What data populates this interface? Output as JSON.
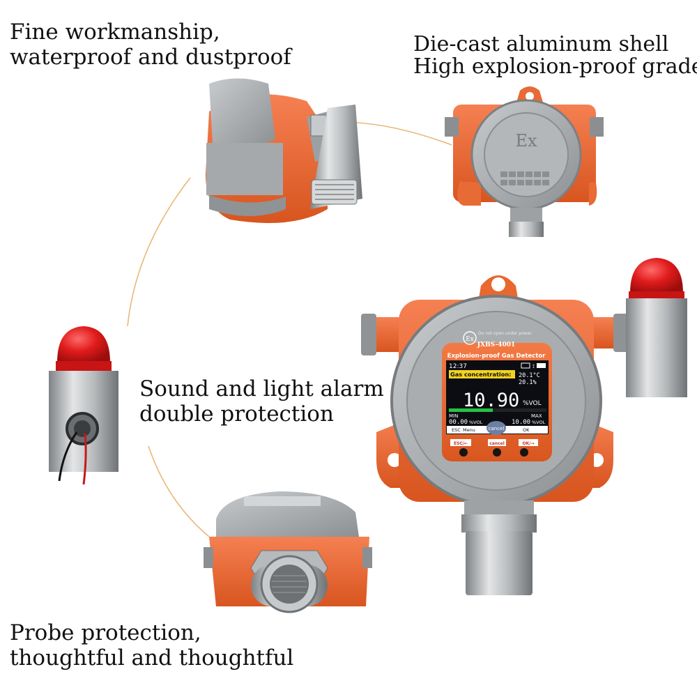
{
  "captions": {
    "top_left": {
      "line1": "Fine workmanship,",
      "line2": "waterproof and dustproof"
    },
    "top_right": {
      "line1": "Die-cast aluminum shell",
      "line2": "High explosion-proof grade"
    },
    "middle": {
      "line1": "Sound and light alarm",
      "line2": "double protection"
    },
    "bottom_left": {
      "line1": "Probe protection,",
      "line2": "thoughtful and thoughtful"
    }
  },
  "shell_marking": {
    "ex": "Ex"
  },
  "device": {
    "ex_mark": "Ex",
    "ring_text": "Do not open under power",
    "model": "JXBS-4001",
    "product_title": "Explosion-proof Gas Detector",
    "screen": {
      "time": "12:37",
      "gas_label": "Gas concentration:",
      "temperature": "20.1°C",
      "humidity": "20.1%",
      "reading": "10.90",
      "unit": "%VOL",
      "min_label": "MIN",
      "max_label": "MAX",
      "min_value": "00.00",
      "min_unit": "%VOL",
      "max_value": "10.00",
      "max_unit": "%VOL",
      "left_softkey": "ESC",
      "left_softkey_2": "Menu",
      "center_softkey": "cancel",
      "right_softkey": "OK",
      "level_fraction": 0.45
    },
    "buttons": {
      "esc": "ESC/←",
      "cancel": "cancel",
      "ok": "OK/→"
    }
  },
  "colors": {
    "housing_orange": "#ee6a35",
    "shell_gray": "#a8acae",
    "screen_bg": "#0b0d12",
    "alarm_red": "#e01b1b",
    "guide_line": "#e8b878"
  },
  "icons": [
    "ex-mark-icon",
    "battery-icon",
    "usb-icon",
    "alarm-beacon-icon"
  ]
}
